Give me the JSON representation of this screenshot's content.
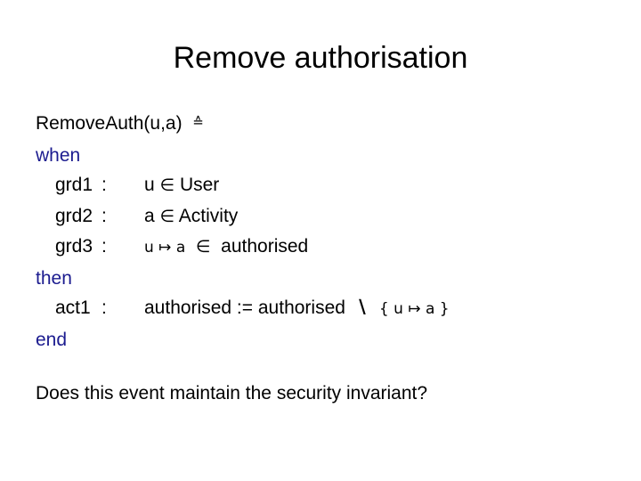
{
  "slide": {
    "title": "Remove authorisation",
    "background_color": "#ffffff",
    "text_color": "#000000",
    "keyword_color": "#1b1b8f"
  },
  "event": {
    "signature": "RemoveAuth(u,a)",
    "definition_symbol": "≙",
    "keyword_when": "when",
    "keyword_then": "then",
    "keyword_end": "end",
    "guards": [
      {
        "label": "grd1",
        "separator": ":",
        "expression": "u ∈ User",
        "left": "u",
        "operator": "∈",
        "right": "User"
      },
      {
        "label": "grd2",
        "separator": ":",
        "expression": "a ∈ Activity",
        "left": "a",
        "operator": "∈",
        "right": "Activity"
      },
      {
        "label": "grd3",
        "separator": ":",
        "expression": "u ↦ a  ∈  authorised",
        "left": "u ↦ a",
        "operator": "∈",
        "right": "authorised"
      }
    ],
    "actions": [
      {
        "label": "act1",
        "separator": ":",
        "expression": "authorised := authorised ∖ { u ↦ a }",
        "target": "authorised",
        "assign_symbol": ":=",
        "source": "authorised",
        "set_minus_symbol": "∖",
        "removed_set": "{ u ↦ a }"
      }
    ]
  },
  "question": {
    "text": "Does this event maintain the security invariant?"
  }
}
